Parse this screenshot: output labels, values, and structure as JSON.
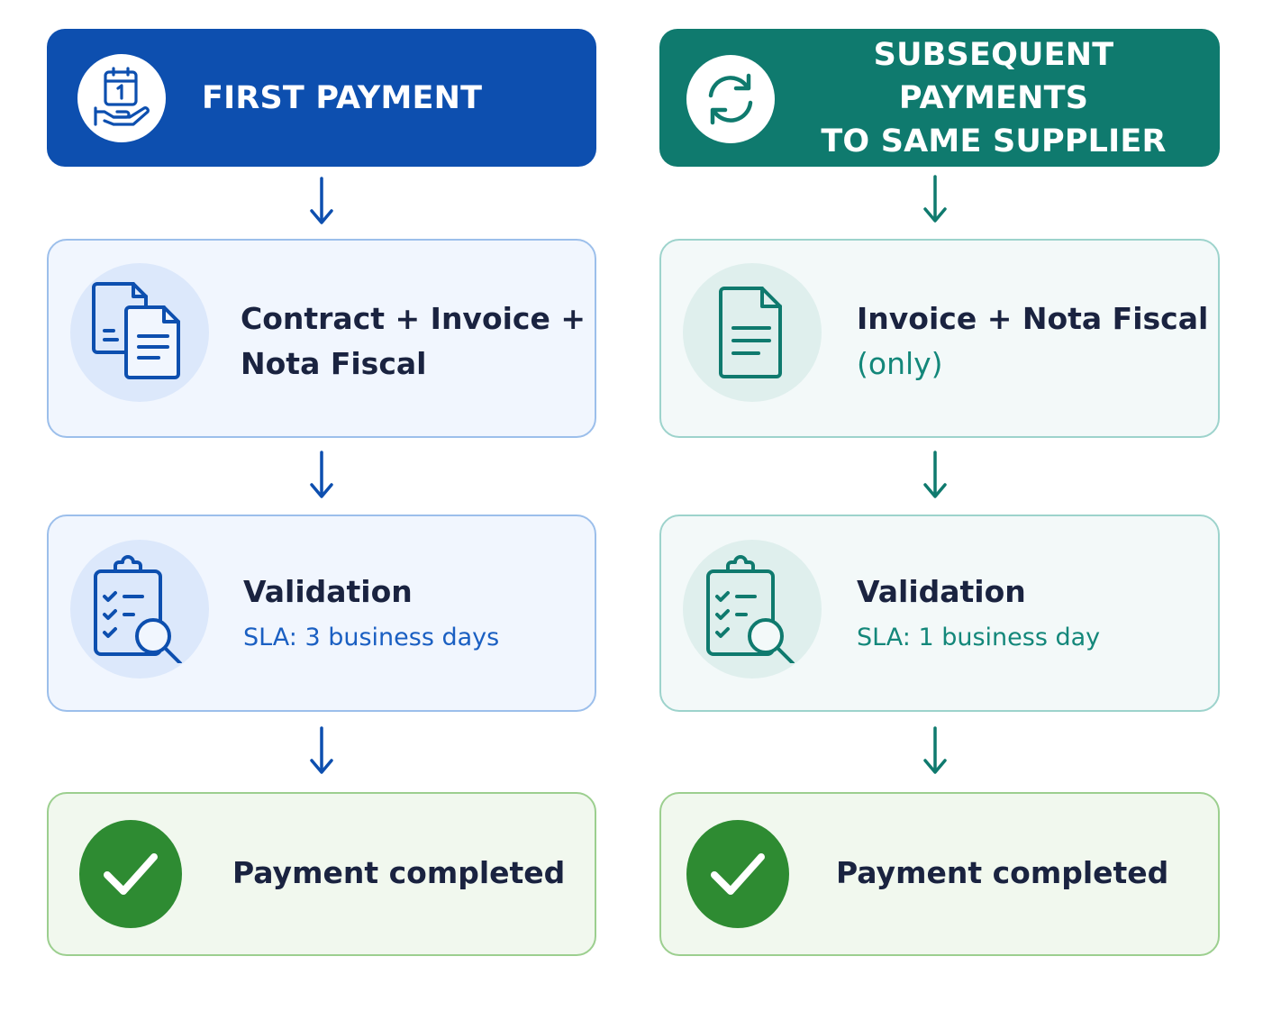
{
  "colors": {
    "blue_primary": "#0d4faf",
    "teal_primary": "#0f7a6e",
    "success_green": "#2e8b32"
  },
  "first_payment": {
    "title": "FIRST PAYMENT",
    "header_icon": "calendar-hand-icon",
    "documents": {
      "icon": "documents-icon",
      "line1": "Contract + Invoice +",
      "line2": "Nota Fiscal"
    },
    "validation": {
      "icon": "clipboard-search-icon",
      "title": "Validation",
      "sla": "SLA: 3 business days"
    },
    "completed": {
      "icon": "check-icon",
      "label": "Payment completed"
    }
  },
  "subsequent_payments": {
    "title_line1": "SUBSEQUENT PAYMENTS",
    "title_line2": "TO SAME SUPPLIER",
    "header_icon": "refresh-icon",
    "documents": {
      "icon": "document-icon",
      "line1": "Invoice + Nota Fiscal",
      "line2": "(only)"
    },
    "validation": {
      "icon": "clipboard-search-icon",
      "title": "Validation",
      "sla": "SLA: 1 business day"
    },
    "completed": {
      "icon": "check-icon",
      "label": "Payment completed"
    }
  }
}
